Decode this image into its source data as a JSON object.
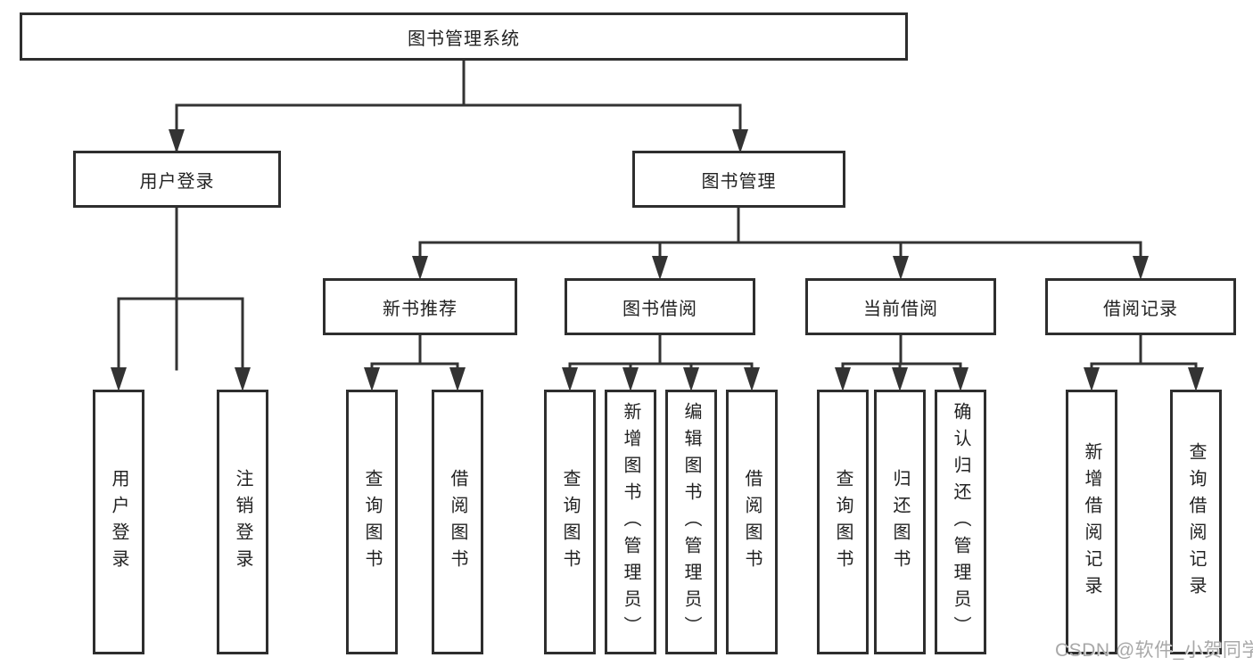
{
  "tree": {
    "root": "图书管理系统",
    "level2": [
      "用户登录",
      "图书管理"
    ],
    "level3": [
      "新书推荐",
      "图书借阅",
      "当前借阅",
      "借阅记录"
    ],
    "leaves": {
      "user_login": [
        "用户登录",
        "注销登录"
      ],
      "new_book_recommend": [
        "查询图书",
        "借阅图书"
      ],
      "book_borrow": [
        "查询图书",
        "新增图书（管理员）",
        "编辑图书（管理员）",
        "借阅图书"
      ],
      "current_borrow": [
        "查询图书",
        "归还图书",
        "确认归还（管理员）"
      ],
      "borrow_records": [
        "新增借阅记录",
        "查询借阅记录"
      ]
    }
  },
  "watermark": "CSDN @软件_小贺同学",
  "colors": {
    "line": "#333333",
    "border": "#2e2e2e",
    "text": "#222222",
    "watermark": "#a8a8a8"
  }
}
